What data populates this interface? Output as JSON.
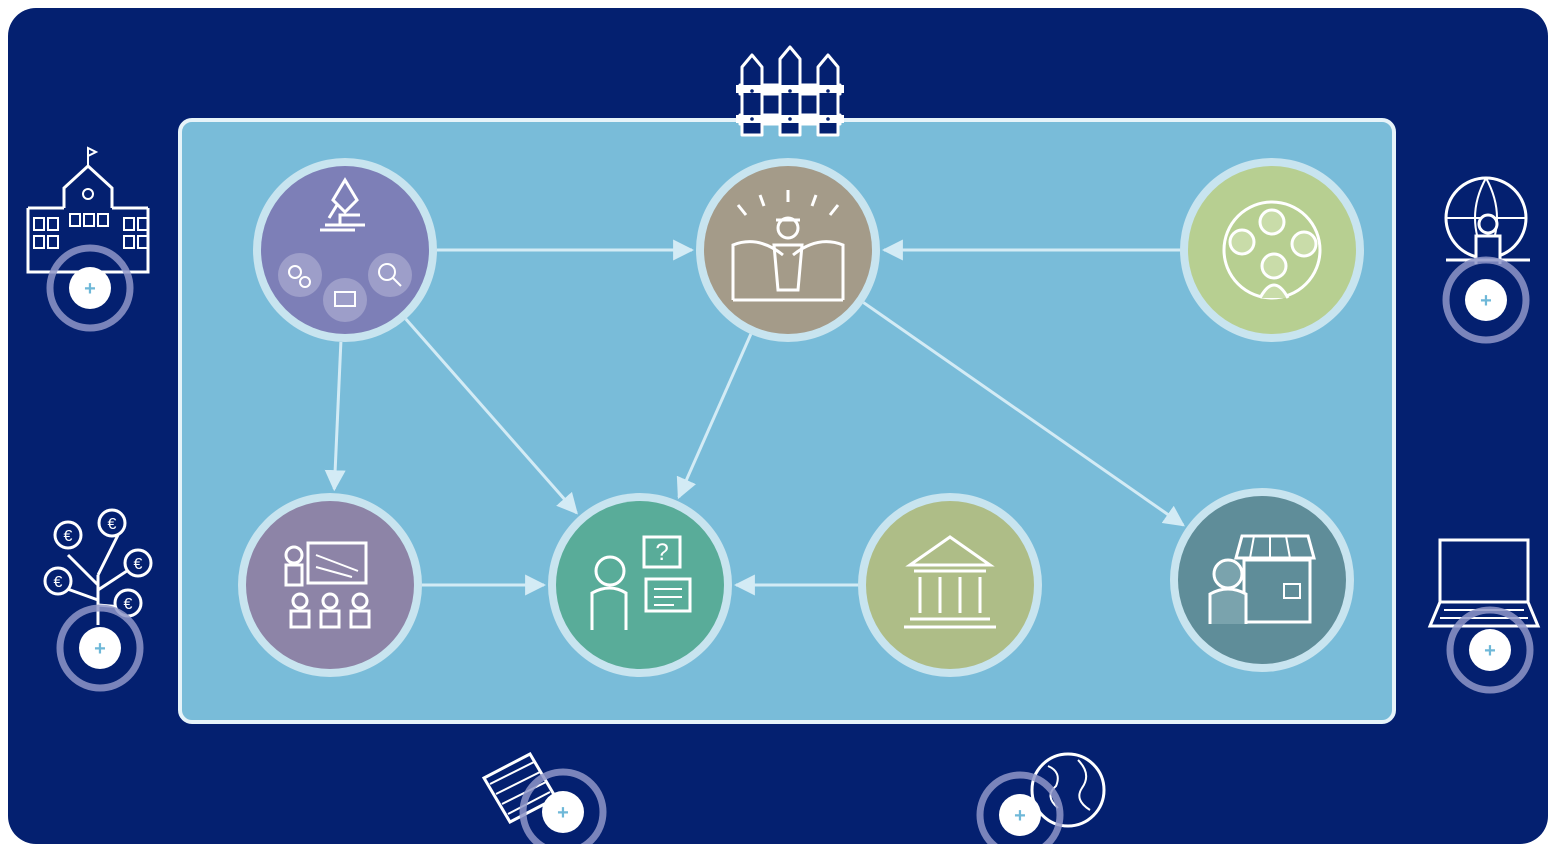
{
  "colors": {
    "outer_background": "#042070",
    "inner_background": "#79bcd9",
    "inner_border": "#e6f3f9",
    "arrow": "#d3ebf5",
    "plus_button_fill": "#ffffff",
    "plus_button_symbol": "#6fb8d8",
    "plus_button_ring": "#8f97c8"
  },
  "nodes": [
    {
      "id": "research",
      "icon": "microscope-icon",
      "color": "#7d7fb7"
    },
    {
      "id": "farm",
      "icon": "farmer-field-icon",
      "color": "#a49b89"
    },
    {
      "id": "community",
      "icon": "community-circle-icon",
      "color": "#b7cf91"
    },
    {
      "id": "training",
      "icon": "classroom-icon",
      "color": "#8d84a7"
    },
    {
      "id": "advisory",
      "icon": "advisor-question-icon",
      "color": "#59ac99"
    },
    {
      "id": "government",
      "icon": "institution-building-icon",
      "color": "#aebd87"
    },
    {
      "id": "market",
      "icon": "market-stall-icon",
      "color": "#5f8d99"
    }
  ],
  "edges": [
    {
      "from": "research",
      "to": "farm"
    },
    {
      "from": "community",
      "to": "farm"
    },
    {
      "from": "research",
      "to": "training"
    },
    {
      "from": "research",
      "to": "advisory"
    },
    {
      "from": "farm",
      "to": "advisory"
    },
    {
      "from": "farm",
      "to": "market"
    },
    {
      "from": "training",
      "to": "advisory"
    },
    {
      "from": "government",
      "to": "advisory"
    }
  ],
  "top_icon": "fence-icon",
  "external_buttons": [
    {
      "id": "school",
      "icon": "school-building-icon",
      "label": "+"
    },
    {
      "id": "money-tree",
      "icon": "money-tree-icon",
      "label": "+"
    },
    {
      "id": "documents",
      "icon": "documents-icon",
      "label": "+"
    },
    {
      "id": "globe",
      "icon": "globe-icon",
      "label": "+"
    },
    {
      "id": "laptop",
      "icon": "laptop-icon",
      "label": "+"
    },
    {
      "id": "web-person",
      "icon": "globe-person-icon",
      "label": "+"
    }
  ]
}
